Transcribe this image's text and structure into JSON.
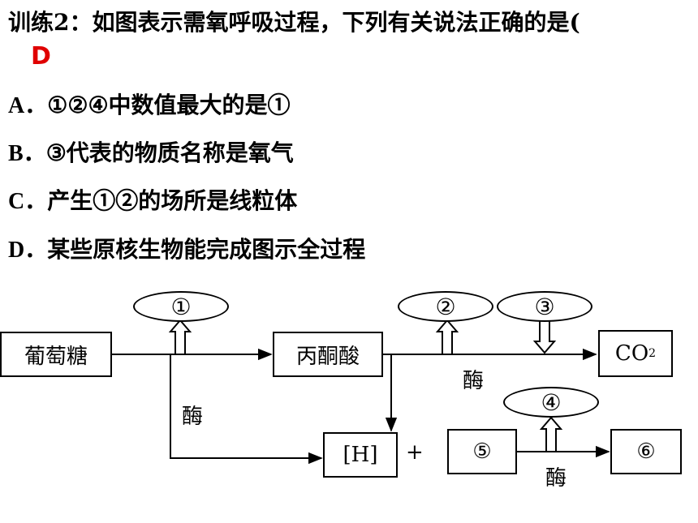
{
  "question": {
    "title": "训练2：如图表示需氧呼吸过程，下列有关说法正确的是(",
    "answer": "D"
  },
  "options": [
    {
      "label": "A．",
      "text": "①②④中数值最大的是①"
    },
    {
      "label": "B．",
      "text": "③代表的物质名称是氧气"
    },
    {
      "label": "C．",
      "text": "产生①②的场所是线粒体"
    },
    {
      "label": "D．",
      "text": "某些原核生物能完成图示全过程"
    }
  ],
  "diagram": {
    "boxes": {
      "glucose": "葡萄糖",
      "pyruvate": "丙酮酸",
      "co2_main": "CO",
      "co2_sub": "2",
      "h": "[H]",
      "five": "⑤",
      "six": "⑥"
    },
    "ovals": {
      "one": "①",
      "two": "②",
      "three": "③",
      "four": "④"
    },
    "labels": {
      "enzyme_left": "酶",
      "enzyme_mid": "酶",
      "enzyme_bottom": "酶",
      "plus": "+"
    }
  }
}
